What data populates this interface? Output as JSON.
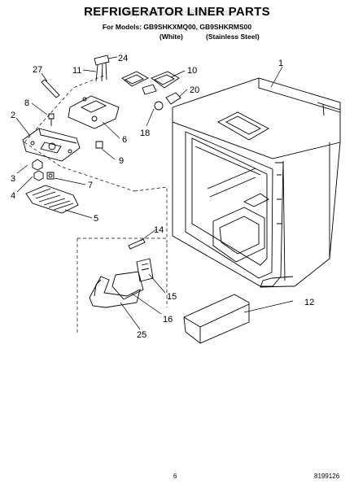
{
  "watermark": "AppliancePartsPros.com",
  "header": {
    "title": "REFRIGERATOR LINER PARTS",
    "models": "For Models: GB9SHKXMQ00, GB9SHKRMS00",
    "color_white": "(White)",
    "color_stainless": "(Stainless Steel)"
  },
  "callouts": {
    "c1": "1",
    "c2": "2",
    "c3": "3",
    "c4": "4",
    "c5": "5",
    "c6": "6",
    "c7": "7",
    "c8": "8",
    "c9": "9",
    "c10": "10",
    "c11": "11",
    "c12": "12",
    "c14": "14",
    "c15": "15",
    "c16": "16",
    "c18": "18",
    "c20": "20",
    "c24": "24",
    "c25": "25",
    "c27": "27"
  },
  "footer": {
    "page_number": "6",
    "doc_number": "8199126"
  }
}
